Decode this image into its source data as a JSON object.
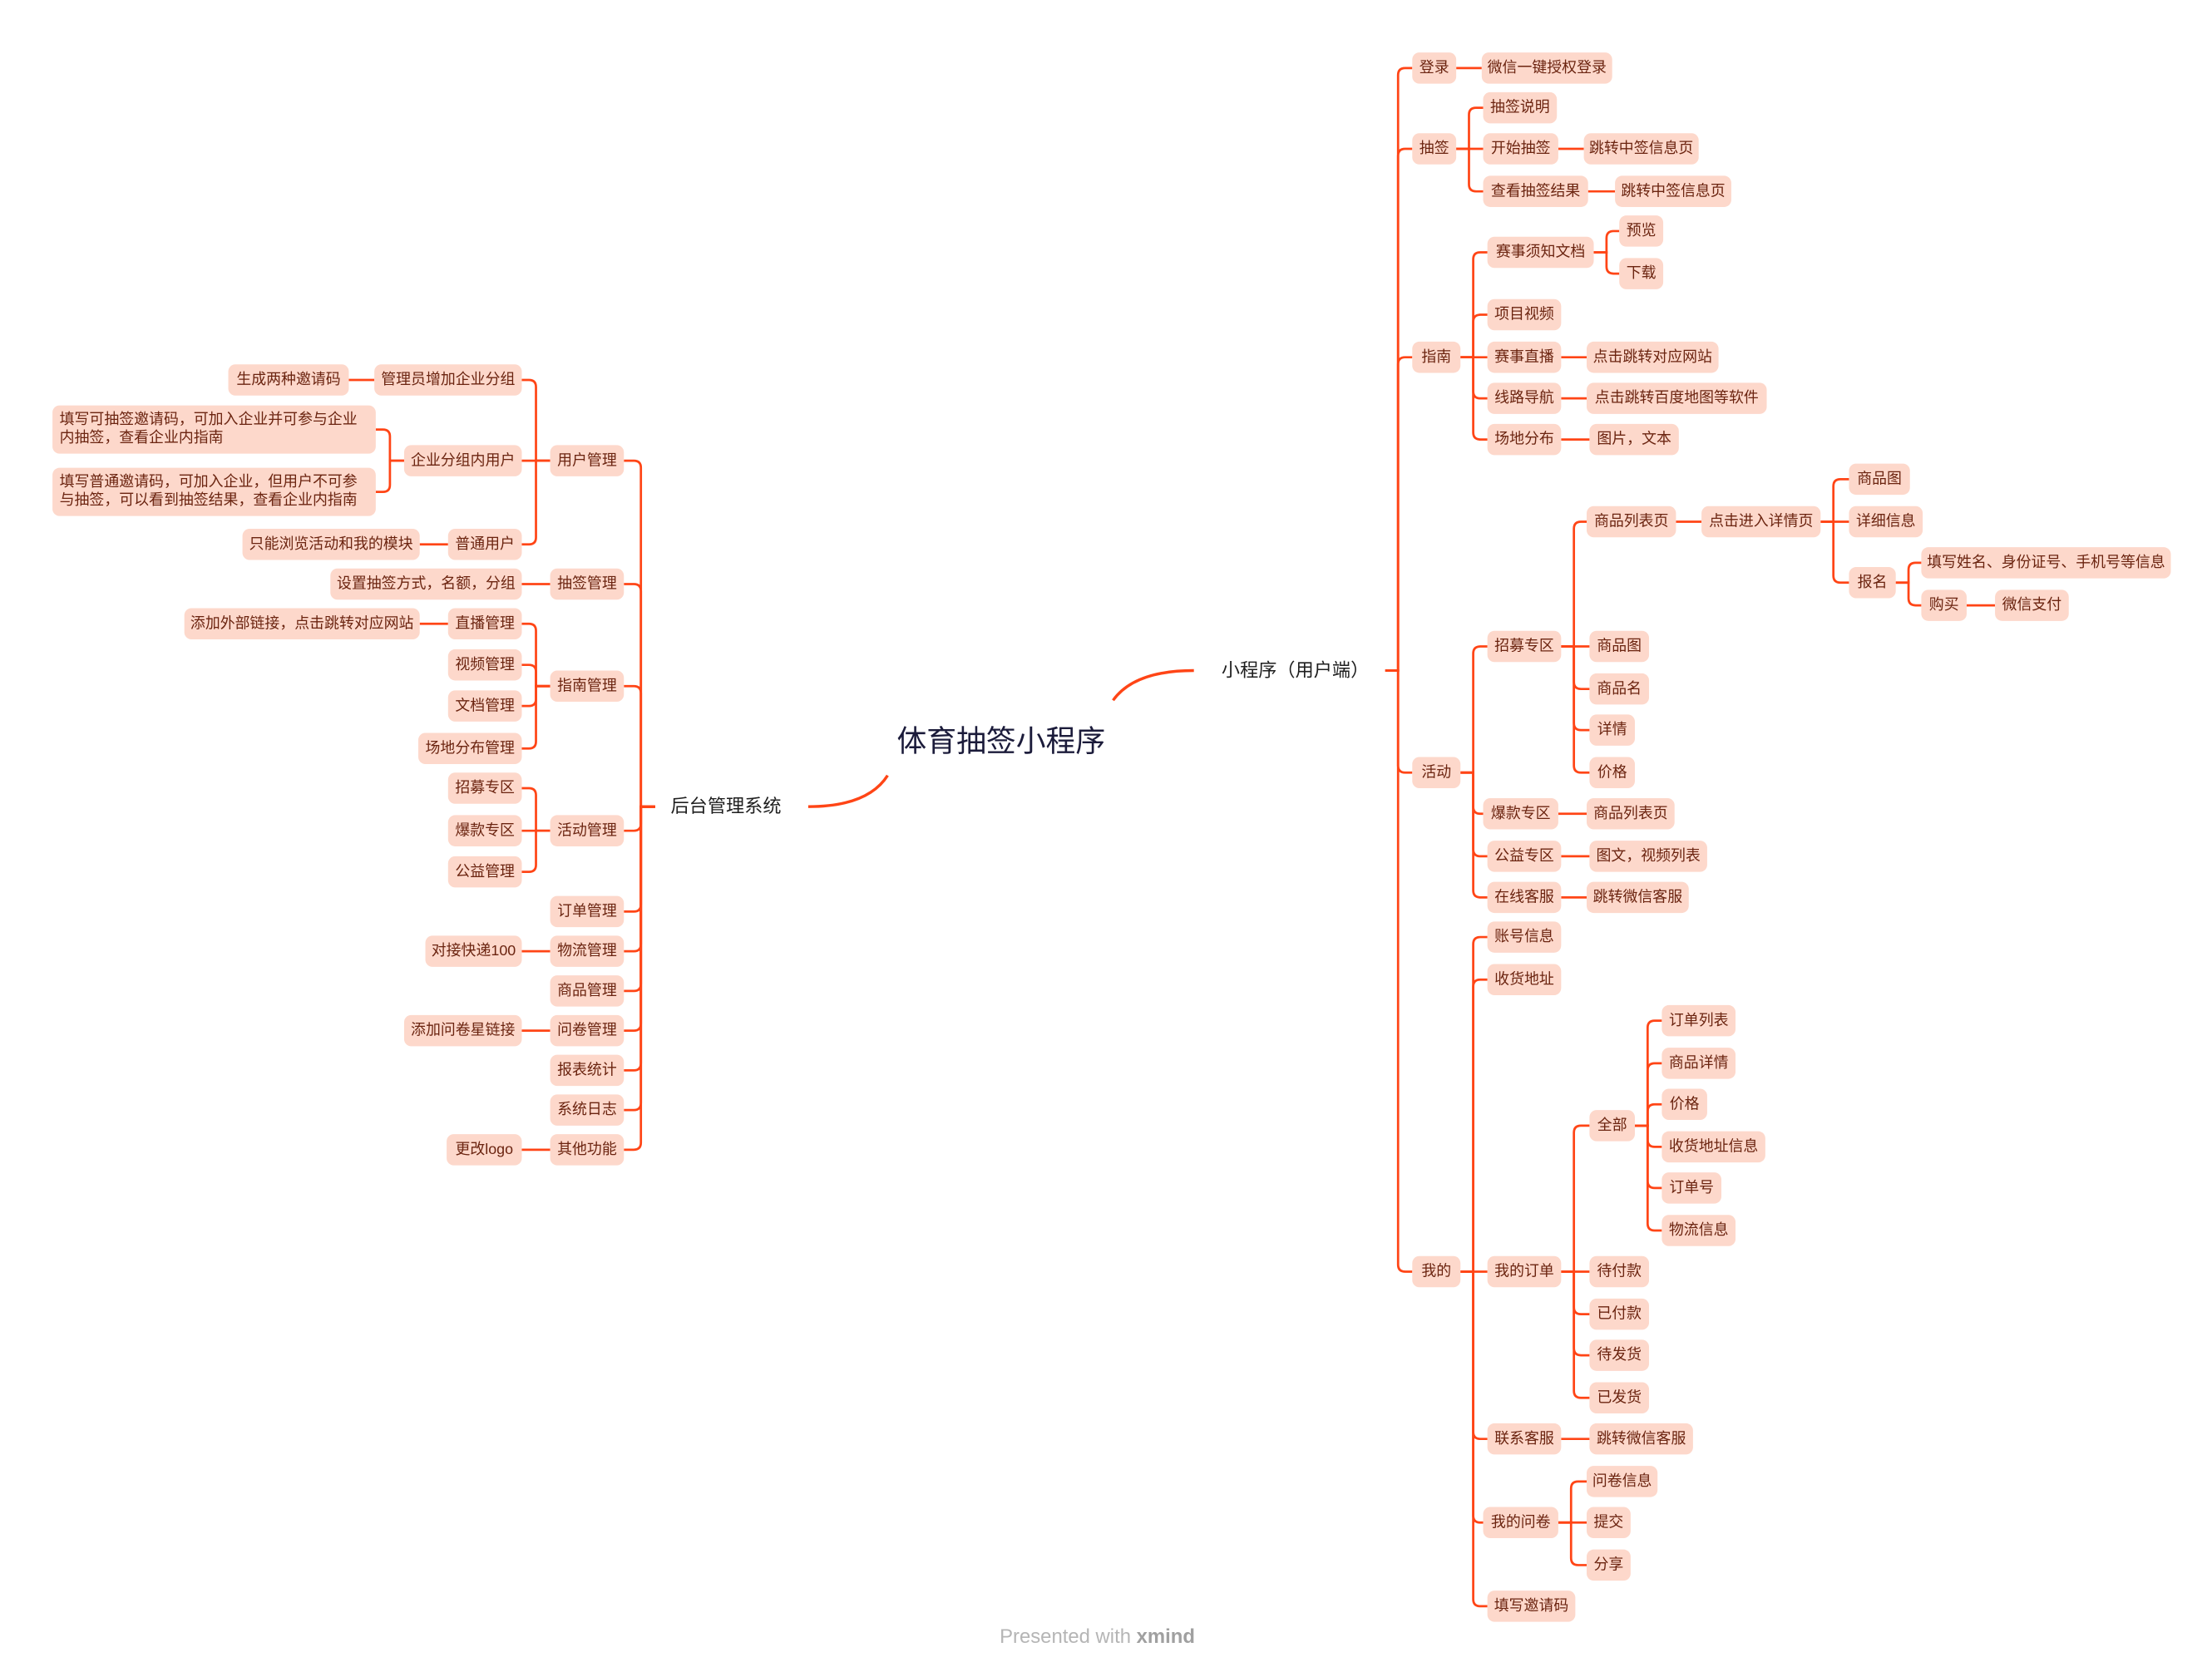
{
  "root": "体育抽签小程序",
  "footer": {
    "prefix": "Presented with",
    "brand": "xmind"
  },
  "colors": {
    "line": "#ff4516",
    "node_fill": "#fdd8cb",
    "node_text": "#6b2410"
  },
  "client": {
    "title": "小程序（用户端）",
    "login": {
      "label": "登录",
      "c": [
        "微信一键授权登录"
      ]
    },
    "draw": {
      "label": "抽签",
      "c": [
        "抽签说明",
        "开始抽签",
        "跳转中签信息页",
        "查看抽签结果",
        "跳转中签信息页"
      ]
    },
    "guide": {
      "label": "指南",
      "c": [
        "赛事须知文档",
        "预览",
        "下载",
        "项目视频",
        "赛事直播",
        "点击跳转对应网站",
        "线路导航",
        "点击跳转百度地图等软件",
        "场地分布",
        "图片，文本"
      ]
    },
    "activity": {
      "label": "活动",
      "c": [
        "招募专区",
        "商品列表页",
        "点击进入详情页",
        "商品图",
        "详细信息",
        "报名",
        "填写姓名、身份证号、手机号等信息",
        "购买",
        "微信支付",
        "商品图",
        "商品名",
        "详情",
        "价格",
        "爆款专区",
        "商品列表页",
        "公益专区",
        "图文，视频列表",
        "在线客服",
        "跳转微信客服"
      ]
    },
    "mine": {
      "label": "我的",
      "c": [
        "账号信息",
        "收货地址",
        "我的订单",
        "全部",
        "订单列表",
        "商品详情",
        "价格",
        "收货地址信息",
        "订单号",
        "物流信息",
        "待付款",
        "已付款",
        "待发货",
        "已发货",
        "联系客服",
        "跳转微信客服",
        "我的问卷",
        "问卷信息",
        "提交",
        "分享",
        "填写邀请码"
      ]
    }
  },
  "admin": {
    "title": "后台管理系统",
    "user": {
      "label": "用户管理",
      "c": [
        "管理员增加企业分组",
        "生成两种邀请码",
        "企业分组内用户",
        "填写可抽签邀请码，可加入企业并可参与企业内抽签，查看企业内指南",
        "填写普通邀请码，可加入企业，但用户不可参与抽签，可以看到抽签结果，查看企业内指南",
        "普通用户",
        "只能浏览活动和我的模块"
      ]
    },
    "draw": {
      "label": "抽签管理",
      "c": [
        "设置抽签方式，名额，分组"
      ]
    },
    "guide": {
      "label": "指南管理",
      "c": [
        "直播管理",
        "添加外部链接，点击跳转对应网站",
        "视频管理",
        "文档管理",
        "场地分布管理"
      ]
    },
    "activity": {
      "label": "活动管理",
      "c": [
        "招募专区",
        "爆款专区",
        "公益管理"
      ]
    },
    "order": {
      "label": "订单管理"
    },
    "logistics": {
      "label": "物流管理",
      "c": [
        "对接快递100"
      ]
    },
    "goods": {
      "label": "商品管理"
    },
    "survey": {
      "label": "问卷管理",
      "c": [
        "添加问卷星链接"
      ]
    },
    "report": {
      "label": "报表统计"
    },
    "log": {
      "label": "系统日志"
    },
    "other": {
      "label": "其他功能",
      "c": [
        "更改logo"
      ]
    }
  }
}
